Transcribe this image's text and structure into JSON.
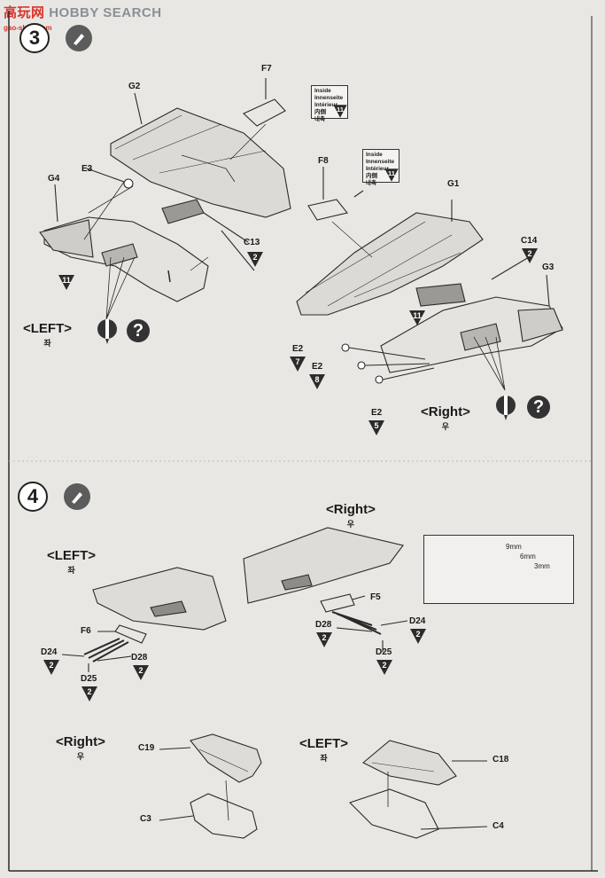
{
  "watermark": {
    "brand_cn": "高玩网",
    "brand_en": "HOBBY SEARCH",
    "url": "gao-shou.com"
  },
  "step3": {
    "number": "3",
    "parts": {
      "F7": "F7",
      "F8": "F8",
      "G1": "G1",
      "G2": "G2",
      "G3": "G3",
      "G4": "G4",
      "E3": "E3",
      "C13": "C13",
      "C14": "C14"
    },
    "inside_note": {
      "en": "Inside",
      "de": "Innenseite",
      "fr": "Intérieur",
      "jp": "内側",
      "ko": "내측",
      "color": "11"
    },
    "left": {
      "label": "<LEFT>",
      "ko": "좌"
    },
    "right": {
      "label": "<Right>",
      "ko": "우"
    },
    "colors": {
      "c13": "2",
      "c14": "2",
      "g4": "11",
      "right_gun": "11"
    },
    "e2": [
      {
        "label": "E2",
        "color": "7"
      },
      {
        "label": "E2",
        "color": "8"
      },
      {
        "label": "E2",
        "color": "5"
      }
    ]
  },
  "step4": {
    "number": "4",
    "right_top": {
      "label": "<Right>",
      "ko": "우"
    },
    "left_top": {
      "label": "<LEFT>",
      "ko": "좌"
    },
    "parts": {
      "F5": "F5",
      "F6": "F6",
      "D24": "D24",
      "D25": "D25",
      "D28": "D28"
    },
    "colors": {
      "d24": "2",
      "d25": "2",
      "d28": "2"
    },
    "gauge": {
      "a": "9mm",
      "b": "6mm",
      "c": "3mm"
    },
    "lower_right": {
      "label": "<Right>",
      "ko": "우",
      "parts": [
        "C19",
        "C3"
      ]
    },
    "lower_left": {
      "label": "<LEFT>",
      "ko": "좌",
      "parts": [
        "C18",
        "C4"
      ]
    }
  }
}
